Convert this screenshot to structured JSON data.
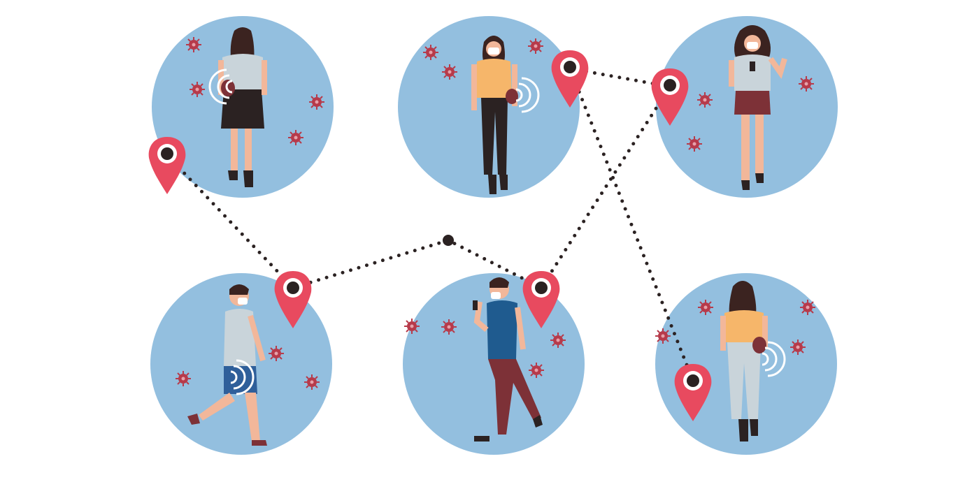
{
  "illustration": {
    "subject": "contact-tracing",
    "colors": {
      "background": "#ffffff",
      "circle": "#93bfdf",
      "pin": "#e84a5f",
      "pin_dot": "#2b2222",
      "path_dots": "#2b2222",
      "virus": "#b73a4a",
      "skin": "#f2b79a",
      "hair": "#3b2320",
      "signal": "#ffffff"
    },
    "people": [
      {
        "id": "woman-back-top-left",
        "outfit": [
          "#c9d4da",
          "#2b2222"
        ]
      },
      {
        "id": "woman-front-top-center",
        "outfit": [
          "#f6b66a",
          "#2b2222"
        ]
      },
      {
        "id": "woman-phone-top-right",
        "outfit": [
          "#c9d4da",
          "#7d3137"
        ]
      },
      {
        "id": "man-walking-bottom-left",
        "outfit": [
          "#c9d4da",
          "#2f5f9a"
        ]
      },
      {
        "id": "man-phone-bottom-center",
        "outfit": [
          "#1f5b8f",
          "#7d3137"
        ]
      },
      {
        "id": "woman-back-bottom-right",
        "outfit": [
          "#f6b66a",
          "#c9d4da"
        ]
      }
    ],
    "pins": [
      "pin-top-left",
      "pin-top-center",
      "pin-top-right",
      "pin-bottom-left",
      "pin-bottom-center",
      "pin-bottom-right"
    ]
  }
}
